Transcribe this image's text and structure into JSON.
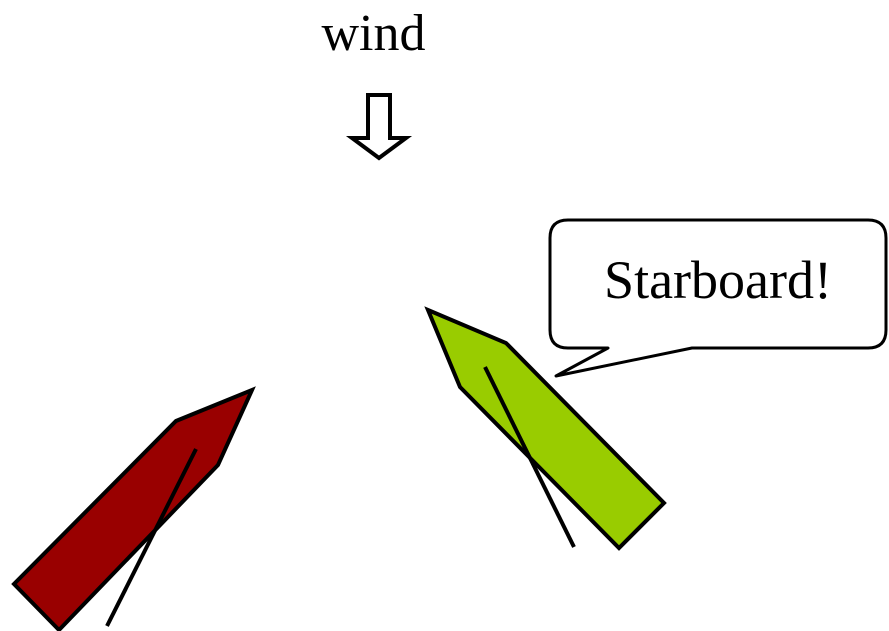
{
  "wind": {
    "label": "wind",
    "arrow_icon": "down-arrow-icon"
  },
  "callout": {
    "text": "Starboard!"
  },
  "boats": [
    {
      "id": "red-boat",
      "color": "#990000",
      "tack": "port"
    },
    {
      "id": "green-boat",
      "color": "#99cc00",
      "tack": "starboard"
    }
  ],
  "colors": {
    "outline": "#000000",
    "background": "#ffffff"
  }
}
